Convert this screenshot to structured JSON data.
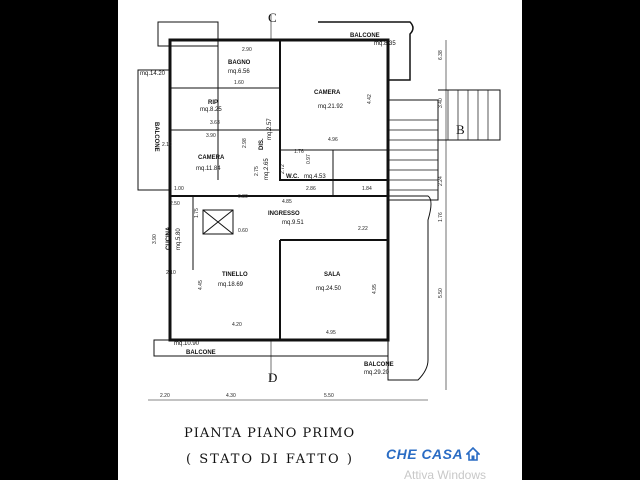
{
  "plan": {
    "section_letters": [
      "C",
      "B",
      "D"
    ],
    "rooms": {
      "balcone_top": {
        "name": "BALCONE",
        "area": "mq.8.35"
      },
      "bagno": {
        "name": "BAGNO",
        "area": "mq.6.56"
      },
      "camera_1": {
        "name": "CAMERA",
        "area": "mq.21.92"
      },
      "rip": {
        "name": "RIP.",
        "area": "mq.8.25"
      },
      "balcone_left": {
        "name": "BALCONE",
        "area": "mq.14.20"
      },
      "camera_2": {
        "name": "CAMERA",
        "area": "mq.11.84"
      },
      "dis": {
        "name": "DIS.",
        "area": "mq.2.57"
      },
      "wc": {
        "name": "W.C.",
        "area": "mq.4.53"
      },
      "rip2": {
        "name": "",
        "area": "mq.2.65"
      },
      "ingresso": {
        "name": "INGRESSO",
        "area": "mq.9.51"
      },
      "cucina": {
        "name": "CUCINA",
        "area": "mq.5.80"
      },
      "tinello": {
        "name": "TINELLO",
        "area": "mq.18.69"
      },
      "sala": {
        "name": "SALA",
        "area": "mq.24.50"
      },
      "balcone_bottom_left": {
        "name": "BALCONE",
        "area": "mq.10.90"
      },
      "balcone_bottom_right": {
        "name": "BALCONE",
        "area": "mq.29.20"
      }
    },
    "dimensions": {
      "d_2_90": "2.90",
      "d_1_60": "1.60",
      "d_3_63": "3.63",
      "d_3_90": "3.90",
      "d_4_96": "4.96",
      "d_4_42": "4.42",
      "d_2_86": "2.86",
      "d_1_76": "1.76",
      "d_1_84": "1.84",
      "d_4_85": "4.85",
      "d_2_22": "2.22",
      "d_2_50": "2.50",
      "d_1_00": "1.00",
      "d_0_80": "0.80",
      "d_0_60": "0.60",
      "d_1_75": "1.75",
      "d_3_90b": "3.90",
      "d_2_10": "2.10",
      "d_4_45": "4.45",
      "d_4_20": "4.20",
      "d_4_95": "4.95",
      "d_4_95b": "4.95",
      "d_2_10b": "2.10",
      "d_2_98": "2.98",
      "d_2_75": "2.75",
      "d_2_72": "2.72",
      "d_0_97": "0.97",
      "d_6_38": "6.38",
      "d_2_24": "2.24",
      "d_1_76b": "1.76",
      "d_5_50v": "5.50",
      "d_3_40": "3.40"
    },
    "bottom_dims": [
      "2.20",
      "4.30",
      "5.50"
    ]
  },
  "title": {
    "line1": "PIANTA PIANO PRIMO",
    "line2": "( STATO DI FATTO )"
  },
  "logo": {
    "text": "CHE CASA",
    "color": "#2a6cc4"
  },
  "watermark": "Attiva Windows"
}
